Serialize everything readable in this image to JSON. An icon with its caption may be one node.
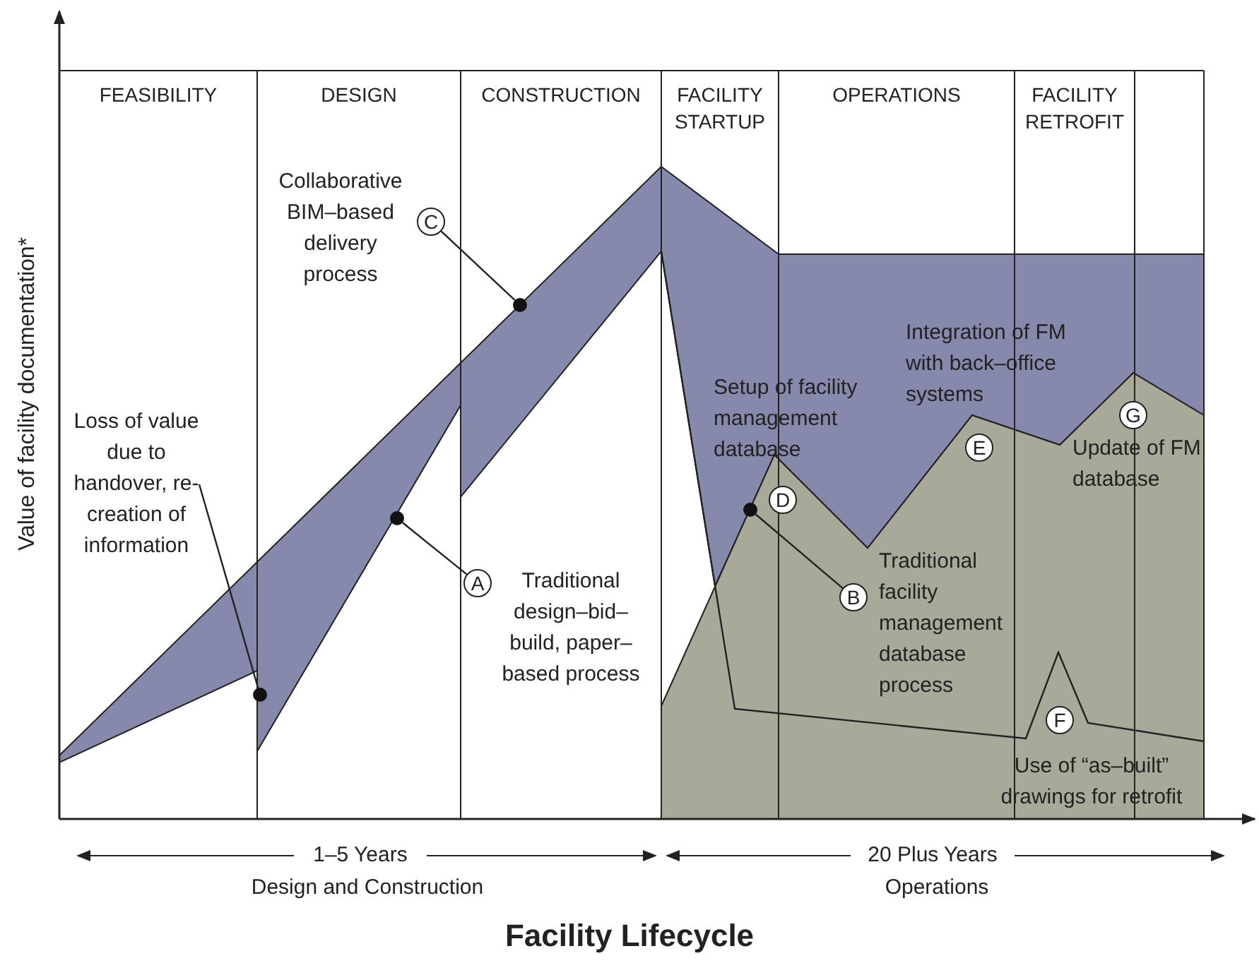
{
  "diagram": {
    "title": "Facility Lifecycle",
    "nodes": [
      {
        "text": [
          "C"
        ],
        "beside": [
          "Collaborative BIM–based delivery process"
        ]
      },
      {
        "text": [
          "A"
        ],
        "beside": [
          "Traditional design–bid–build, paper–based process"
        ]
      },
      {
        "text": [
          "Loss of value due to handover, re-creation of information"
        ]
      },
      {
        "text": [
          "D"
        ],
        "beside": [
          "Setup of facility management database"
        ]
      },
      {
        "text": [
          "E"
        ],
        "beside": [
          "Integration of FM with back–office systems"
        ]
      },
      {
        "text": [
          "G"
        ],
        "beside": [
          "Update of FM database"
        ]
      },
      {
        "text": [
          "B"
        ],
        "beside": [
          "Traditional facility management database process"
        ]
      },
      {
        "text": [
          "F"
        ],
        "beside": [
          "Use of “as–built” drawings for retrofit"
        ]
      },
      {
        "text": [],
        "shape": "circle"
      },
      {
        "text": [],
        "shape": "circle"
      },
      {
        "text": [],
        "shape": "circle"
      },
      {
        "text": [],
        "shape": "circle"
      }
    ],
    "edges": [
      {
        "from": 0,
        "to": 8,
        "arrow": "none"
      },
      {
        "from": 1,
        "to": 9,
        "arrow": "none"
      },
      {
        "from": 2,
        "to": 10,
        "arrow": "none"
      },
      {
        "from": 6,
        "to": 11,
        "arrow": "none"
      }
    ],
    "labels": [
      "FEASIBILITY",
      "DESIGN",
      "CONSTRUCTION",
      "FACILITY STARTUP",
      "OPERATIONS",
      "FACILITY RETROFIT",
      "Value of facility documentation*",
      "1–5 Years",
      "Design and Construction",
      "20 Plus Years",
      "Operations"
    ]
  }
}
